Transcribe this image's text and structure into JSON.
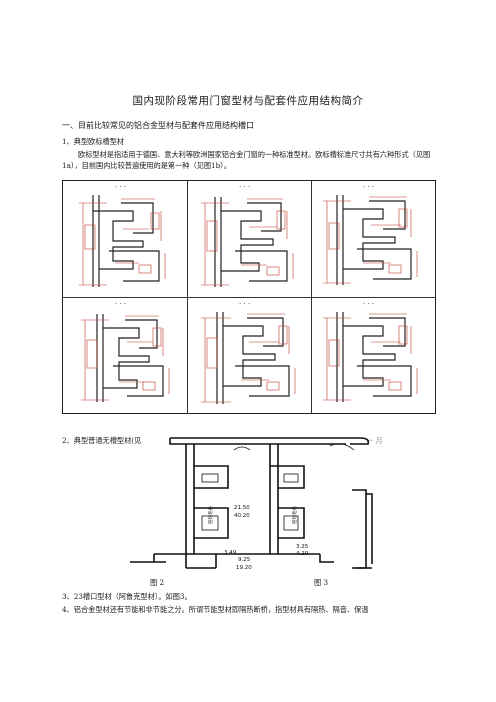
{
  "title": "国内现阶段常用门窗型材与配套件应用结构简介",
  "section1": "一、目前比较常见的铝合金型材与配套件应用结构槽口",
  "item1": "1、典型欧标槽型材",
  "para1": "欧标型材是指适用于德国、意大利等欧洲国家铝合金门窗的一种标准型材。欧标槽标准尺寸共有六种形式（见图1a），目前国内比较普遍使用的是第一种（见图1b）。",
  "item2": "2、典型普通无槽型材(见",
  "item2_tail": "一 月",
  "fig2": "图 2",
  "fig3": "图 3",
  "item3": "3、23槽口型材（阿鲁克型材）。如图3。",
  "item4": "4、铝合金型材还有节能和非节能之分。所谓节能型材即隔热断桥，指型材具有隔热、隔音、保温",
  "panel_caps": [
    "· · ·",
    "· · ·",
    "· · ·",
    "· · ·",
    "· · ·",
    "· · ·"
  ],
  "fig_labels": {
    "a": "21.50",
    "b": "40.20",
    "c": "3.49",
    "d": "3.25",
    "e": "4.20",
    "f": "9.25",
    "g": "19.20",
    "v1": "密封毛条",
    "v2": "密封毛条"
  }
}
